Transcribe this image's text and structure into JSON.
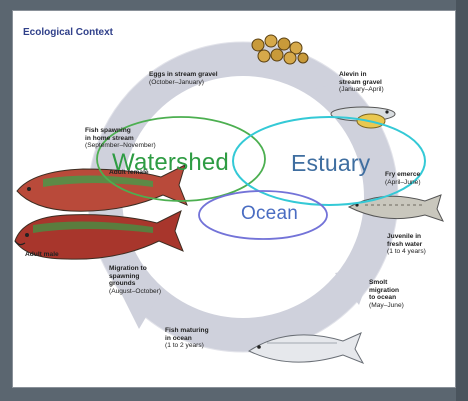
{
  "title": "Ecological Context",
  "stages": {
    "eggs": {
      "title": "Eggs in stream gravel",
      "period": "(October–January)"
    },
    "alevin": {
      "title1": "Alevin in",
      "title2": "stream gravel",
      "period": "(January–April)"
    },
    "fry": {
      "title": "Fry emerce",
      "period": "(April–June)"
    },
    "juvenile": {
      "title1": "Juvenile in",
      "title2": "fresh water",
      "period": "(1 to 4 years)"
    },
    "smolt": {
      "title1": "Smolt",
      "title2": "migration",
      "title3": "to ocean",
      "period": "(May–June)"
    },
    "maturing": {
      "title1": "Fish maturing",
      "title2": "in ocean",
      "period": "(1 to 2 years)"
    },
    "migration": {
      "title1": "Migration to",
      "title2": "spawning",
      "title3": "grounds",
      "period": "(August–October)"
    },
    "spawning": {
      "title1": "Fish spawning",
      "title2": "in home stream",
      "period": "(September–November)"
    },
    "female": "Adult female",
    "male": "Adult male"
  },
  "overlay": {
    "watershed": "Watershed",
    "estuary": "Estuary",
    "ocean": "Ocean"
  },
  "colors": {
    "cycle_ring": "#cfd1dc",
    "watershed": "#4caf50",
    "estuary": "#34c9d6",
    "ocean": "#7373d8",
    "title": "#30408a"
  }
}
